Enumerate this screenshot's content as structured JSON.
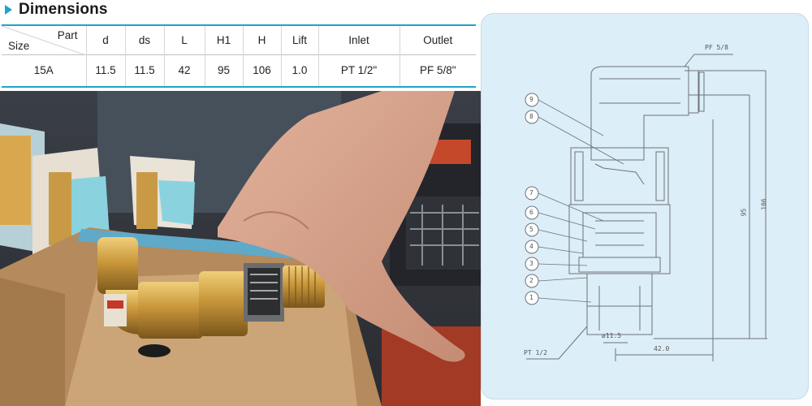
{
  "heading": {
    "text": "Dimensions"
  },
  "table": {
    "corner_top": "Part",
    "corner_bottom": "Size",
    "columns": [
      "d",
      "ds",
      "L",
      "H1",
      "H",
      "Lift",
      "Inlet",
      "Outlet"
    ],
    "row": {
      "size": "15A",
      "values": [
        "11.5",
        "11.5",
        "42",
        "95",
        "106",
        "1.0",
        "PT 1/2\"",
        "PF 5/8\""
      ]
    }
  },
  "drawing": {
    "outlet_label": "PF 5/8",
    "inlet_label": "PT 1/2",
    "width_label": "42.0",
    "bore_label": "ø11.5",
    "h1_label": "95",
    "h_label": "106",
    "callouts": [
      "9",
      "8",
      "7",
      "6",
      "5",
      "4",
      "3",
      "2",
      "1"
    ]
  }
}
